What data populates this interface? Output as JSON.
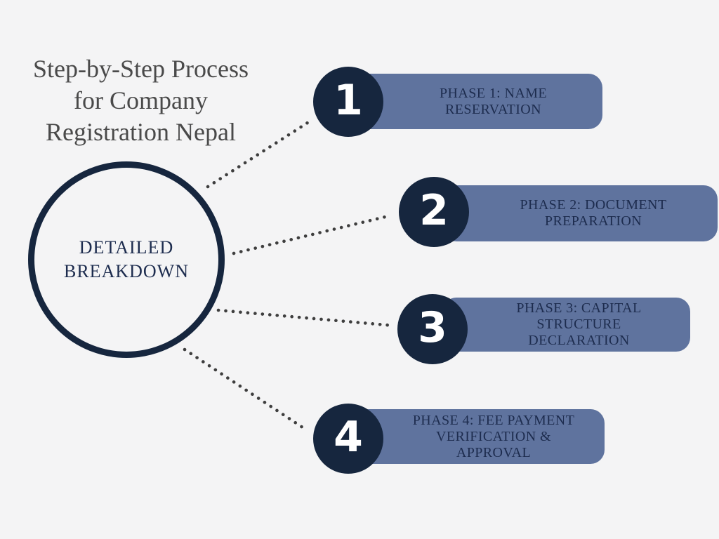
{
  "colors": {
    "background": "#f4f4f5",
    "navy": "#16263e",
    "pill-blue": "#5f739e",
    "pill-text": "#1d2c4e",
    "title-gray": "#4a4a4a",
    "dot-gray": "#3e3e3e",
    "number-white": "#ffffff"
  },
  "title": {
    "text": "Step-by-Step Process\nfor Company\nRegistration Nepal"
  },
  "center": {
    "label": "DETAILED\nBREAKDOWN"
  },
  "phases": [
    {
      "number": "1",
      "label": "PHASE 1: NAME\nRESERVATION"
    },
    {
      "number": "2",
      "label": "PHASE 2: DOCUMENT\nPREPARATION"
    },
    {
      "number": "3",
      "label": "PHASE 3: CAPITAL\nSTRUCTURE\nDECLARATION"
    },
    {
      "number": "4",
      "label": "PHASE 4: FEE PAYMENT\nVERIFICATION &\nAPPROVAL"
    }
  ]
}
